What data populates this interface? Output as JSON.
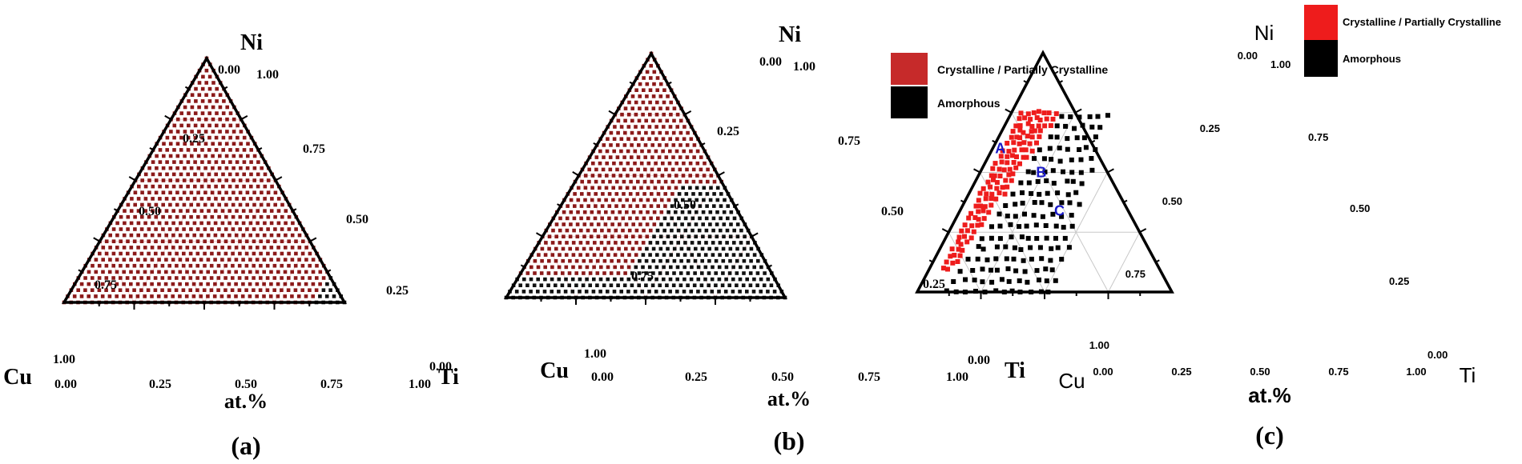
{
  "chart_data": [
    {
      "type": "scatter",
      "subtype": "ternary",
      "panel_label": "(a)",
      "vertices": {
        "top": "Ni",
        "left": "Cu",
        "right": "Ti"
      },
      "axis_title": "at.%",
      "ticks": {
        "bottom": [
          "0.00",
          "0.25",
          "0.50",
          "0.75",
          "1.00"
        ],
        "left": [
          "0.00",
          "0.25",
          "0.50",
          "0.75",
          "1.00"
        ],
        "right": [
          "1.00",
          "0.75",
          "0.50",
          "0.25",
          "0.00"
        ]
      },
      "grid": true,
      "grid_step": 0.025,
      "legend": null,
      "series": [
        {
          "name": "Crystalline / Partially Crystalline",
          "color": "#8b1a1a",
          "region": "all compositions except Ti >= 0.90"
        },
        {
          "name": "Amorphous",
          "color": "#111111",
          "region": "Ti >= 0.90 near the Cu–Ti edge"
        }
      ]
    },
    {
      "type": "scatter",
      "subtype": "ternary",
      "panel_label": "(b)",
      "vertices": {
        "top": "Ni",
        "left": "Cu",
        "right": "Ti"
      },
      "axis_title": "at.%",
      "ticks": {
        "bottom": [
          "0.00",
          "0.25",
          "0.50",
          "0.75",
          "1.00"
        ],
        "left": [
          "0.00",
          "0.25",
          "0.50",
          "0.75",
          "1.00"
        ],
        "right": [
          "1.00",
          "0.75",
          "0.50",
          "0.25",
          "0.00"
        ]
      },
      "grid": true,
      "grid_step": 0.025,
      "legend": {
        "placement": "top-right",
        "entries": [
          {
            "label": "Crystalline / Partially Crystalline",
            "color": "#c62a2a"
          },
          {
            "label": "Amorphous",
            "color": "#000000"
          }
        ]
      },
      "series": [
        {
          "name": "Crystalline / Partially Crystalline",
          "color": "#8b1a1a",
          "region": "Ti < 0.40 and Ni >= 0.10 (boundary line from Ni=0 Ti=0.40 to Ni=0.45 Ti=0.40)"
        },
        {
          "name": "Amorphous",
          "color": "#111111",
          "region": "Ti >= 0.40 and Ni <= 0.45, plus Ni < 0.10 strip along the Cu edge"
        }
      ]
    },
    {
      "type": "scatter",
      "subtype": "ternary",
      "panel_label": "(c)",
      "vertices": {
        "top": "Ni",
        "left": "Cu",
        "right": "Ti"
      },
      "axis_title": "at.%",
      "ticks": {
        "bottom": [
          "0.00",
          "0.25",
          "0.50",
          "0.75",
          "1.00"
        ],
        "left": [
          "0.00",
          "0.25",
          "0.50",
          "0.75",
          "1.00"
        ],
        "right": [
          "1.00",
          "0.75",
          "0.50",
          "0.25",
          "0.00"
        ]
      },
      "grid": true,
      "grid_step": 0.25,
      "legend": {
        "placement": "top-right",
        "entries": [
          {
            "label": "Crystalline / Partially Crystalline",
            "color": "#ee1c1c"
          },
          {
            "label": "Amorphous",
            "color": "#000000"
          }
        ]
      },
      "annotations": [
        {
          "text": "A",
          "ni": 0.58,
          "ti": 0.04
        },
        {
          "text": "B",
          "ni": 0.48,
          "ti": 0.25
        },
        {
          "text": "C",
          "ni": 0.32,
          "ti": 0.4
        }
      ],
      "series": [
        {
          "name": "Crystalline / Partially Crystalline",
          "color": "#ee1c1c",
          "region": "Ti roughly 0.04–0.20, Ni roughly 0.10–0.76"
        },
        {
          "name": "Amorphous",
          "color": "#000000",
          "region": "Ti roughly 0.12–0.54, Ni roughly 0.00–0.74"
        }
      ]
    }
  ]
}
